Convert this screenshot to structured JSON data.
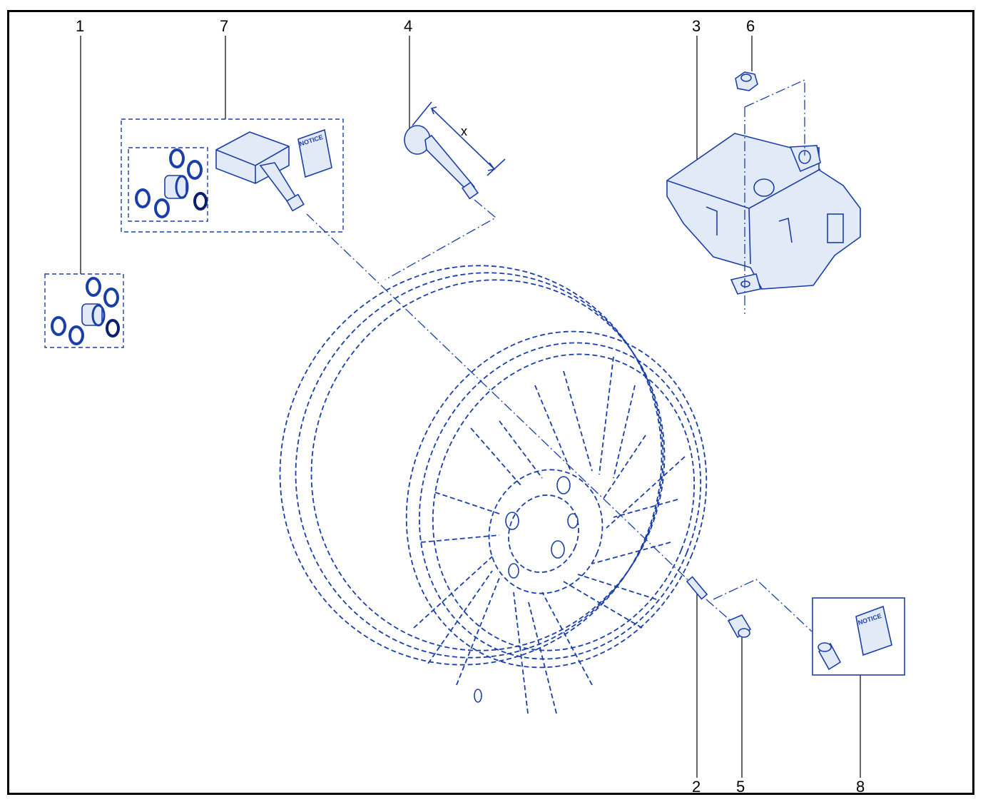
{
  "callouts": {
    "c1": "1",
    "c2": "2",
    "c3": "3",
    "c4": "4",
    "c5": "5",
    "c6": "6",
    "c7": "7",
    "c8": "8"
  },
  "labels": {
    "dimension_x": "x",
    "notice_kit7": "NOTICE",
    "notice_kit8": "NOTICE"
  },
  "colors": {
    "line": "#1a3fa8",
    "fill": "#e3eaf7",
    "frame": "#000000"
  }
}
